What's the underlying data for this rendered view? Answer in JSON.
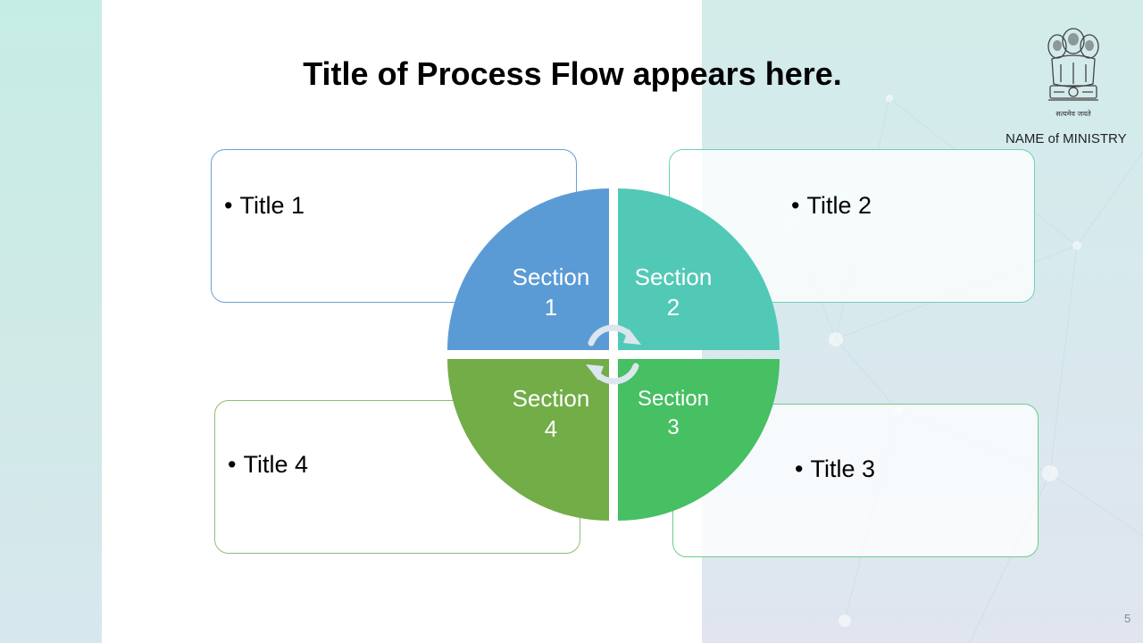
{
  "slide": {
    "title": "Title of Process Flow appears here.",
    "ministry": "NAME of MINISTRY",
    "emblem_motto": "सत्यमेव जयते",
    "page_number": "5"
  },
  "boxes": [
    {
      "id": "box-1",
      "title": "Title 1"
    },
    {
      "id": "box-2",
      "title": "Title 2"
    },
    {
      "id": "box-3",
      "title": "Title 3"
    },
    {
      "id": "box-4",
      "title": "Title 4"
    }
  ],
  "sections": [
    {
      "line1": "Section",
      "line2": "1",
      "color": "#5b9bd5"
    },
    {
      "line1": "Section",
      "line2": "2",
      "color": "#52c9b7"
    },
    {
      "line1": "Section",
      "line2": "3",
      "color": "#47bf63"
    },
    {
      "line1": "Section",
      "line2": "4",
      "color": "#72ad47"
    }
  ],
  "colors": {
    "arrow": "#dbe6ef"
  }
}
